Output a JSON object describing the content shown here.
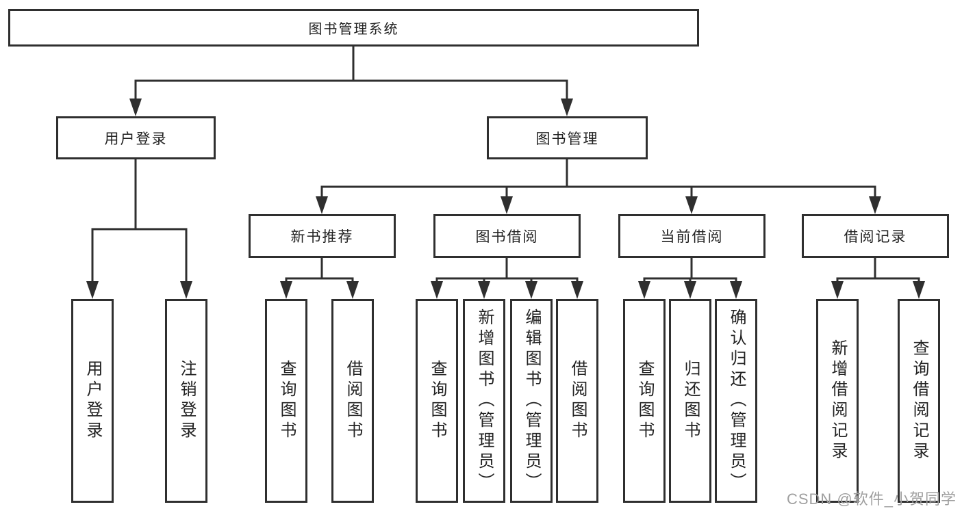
{
  "diagram": {
    "root": {
      "label": "图书管理系统"
    },
    "branches": [
      {
        "label": "用户登录",
        "children": [
          {
            "label": "用户登录"
          },
          {
            "label": "注销登录"
          }
        ]
      },
      {
        "label": "图书管理",
        "children": [
          {
            "label": "新书推荐",
            "children": [
              {
                "label": "查询图书"
              },
              {
                "label": "借阅图书"
              }
            ]
          },
          {
            "label": "图书借阅",
            "children": [
              {
                "label": "查询图书"
              },
              {
                "label": "新增图书（管理员）"
              },
              {
                "label": "编辑图书（管理员）"
              },
              {
                "label": "借阅图书"
              }
            ]
          },
          {
            "label": "当前借阅",
            "children": [
              {
                "label": "查询图书"
              },
              {
                "label": "归还图书"
              },
              {
                "label": "确认归还（管理员）"
              }
            ]
          },
          {
            "label": "借阅记录",
            "children": [
              {
                "label": "新增借阅记录"
              },
              {
                "label": "查询借阅记录"
              }
            ]
          }
        ]
      }
    ]
  },
  "watermark": {
    "text": "CSDN @软件_小贺同学"
  },
  "colors": {
    "line": "#2f2f2f",
    "box_border": "#2f2f2f",
    "box_bg": "#ffffff",
    "text": "#222222",
    "page_bg": "#ffffff",
    "watermark": "#9f9f9f"
  }
}
